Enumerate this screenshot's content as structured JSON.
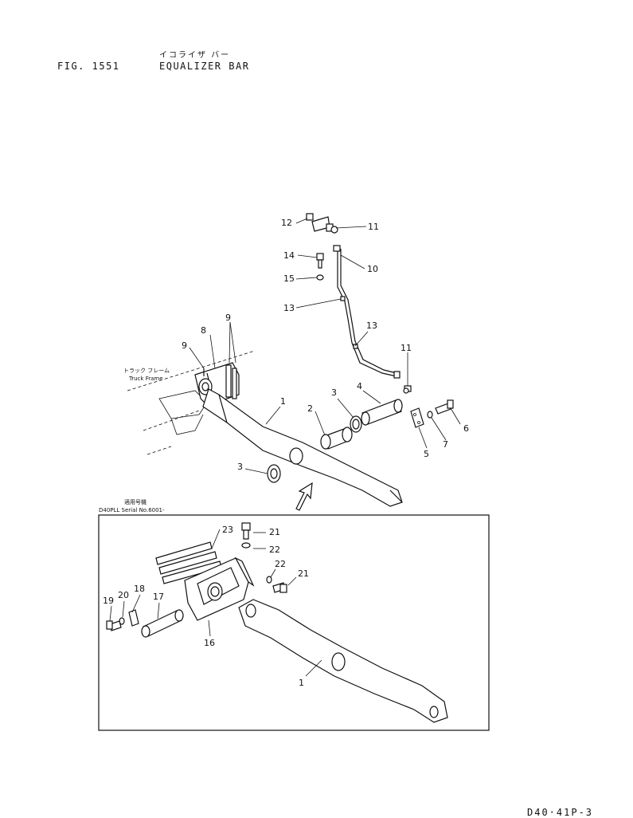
{
  "header": {
    "fig_number": "FIG. 1551",
    "title_jp": "イコライザ バー",
    "title_en": "EQUALIZER BAR"
  },
  "annotations": {
    "track_frame_jp": "トラック フレーム",
    "track_frame_en": "Truck Frame",
    "serial_jp": "適用号機",
    "serial_en": "D40PLL Serial No.6001-"
  },
  "callouts": {
    "c1": "1",
    "c2": "2",
    "c3": "3",
    "c4": "4",
    "c5": "5",
    "c6": "6",
    "c7": "7",
    "c8": "8",
    "c9": "9",
    "c10": "10",
    "c11": "11",
    "c12": "12",
    "c13": "13",
    "c14": "14",
    "c15": "15",
    "c16": "16",
    "c17": "17",
    "c18": "18",
    "c19": "19",
    "c20": "20",
    "c21": "21",
    "c22": "22",
    "c23": "23"
  },
  "footer": {
    "code": "D40·41P-3"
  }
}
